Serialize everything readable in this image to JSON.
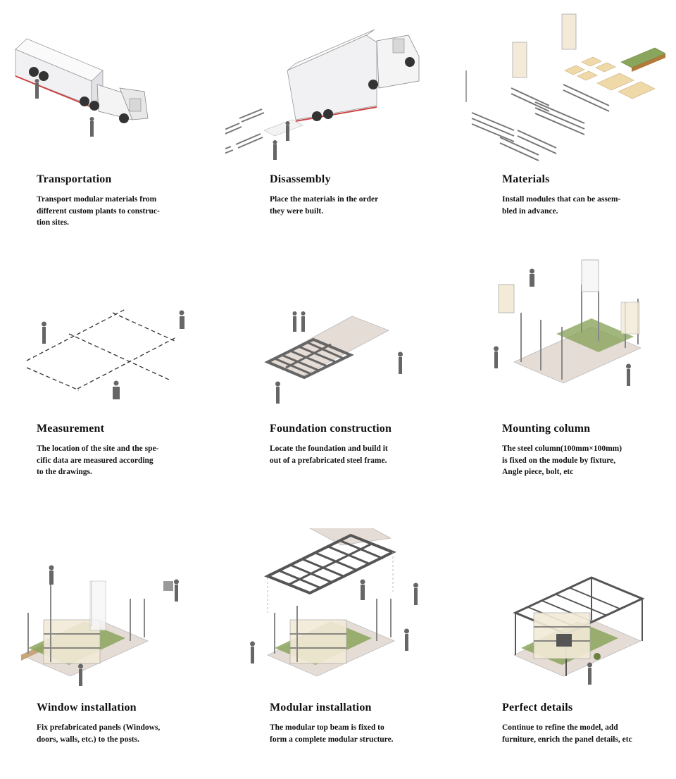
{
  "steps": [
    {
      "title": "Transportation",
      "desc_lines": [
        "Transport modular materials from",
        "different custom plants to construc-",
        "tion sites."
      ]
    },
    {
      "title": "Disassembly",
      "desc_lines": [
        "Place the materials in the order",
        "they were built."
      ]
    },
    {
      "title": "Materials",
      "desc_lines": [
        "Install modules that can be assem-",
        "bled in advance."
      ]
    },
    {
      "title": "Measurement",
      "desc_lines": [
        "The location of the site and the spe-",
        "cific data are measured according",
        "to the drawings."
      ]
    },
    {
      "title": "Foundation  construction",
      "desc_lines": [
        "Locate the foundation and build it",
        "out of a prefabricated steel frame."
      ]
    },
    {
      "title": "Mounting  column",
      "desc_lines": [
        "The steel column(100mm×100mm)",
        "is fixed on the module by fixture,",
        "Angle piece, bolt, etc"
      ]
    },
    {
      "title": "Window  installation",
      "desc_lines": [
        "Fix prefabricated panels (Windows,",
        "doors, walls, etc.) to the posts."
      ]
    },
    {
      "title": "Modular  installation",
      "desc_lines": [
        "The modular top beam is fixed to",
        "form a complete modular structure."
      ]
    },
    {
      "title": "Perfect  details",
      "desc_lines": [
        "Continue to refine the model, add",
        "furniture, enrich the panel details, etc"
      ]
    }
  ],
  "colors": {
    "wood": "#ecd9b5",
    "grass": "#8aa55c",
    "steel": "#6b6b6b",
    "floor": "#e6dcd6"
  }
}
